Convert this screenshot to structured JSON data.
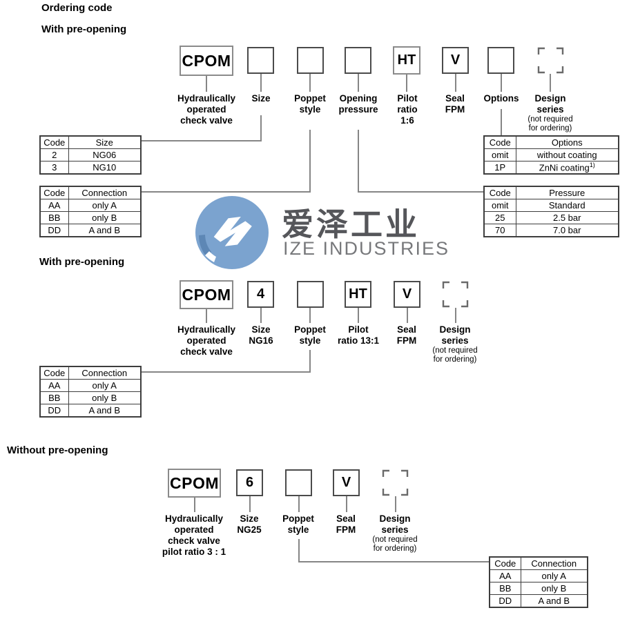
{
  "headings": {
    "title": "Ordering code",
    "section1": "With pre-opening",
    "section2": "With pre-opening",
    "section3": "Without pre-opening"
  },
  "logo": {
    "cn": "爱泽工业",
    "en": "IZE INDUSTRIES",
    "colors": {
      "circle_blue": "#7ba3cf",
      "circle_shade": "#5d87b5",
      "cn_text": "#55565a",
      "en_text": "#77787b"
    }
  },
  "section1": {
    "boxes": {
      "cpom": "CPOM",
      "size": "",
      "poppet": "",
      "opening": "",
      "pilot": "HT",
      "seal": "V",
      "options": "",
      "design": ""
    },
    "labels": {
      "cpom": [
        "Hydraulically",
        "operated",
        "check valve"
      ],
      "size": [
        "Size"
      ],
      "poppet": [
        "Poppet",
        "style"
      ],
      "opening": [
        "Opening",
        "pressure"
      ],
      "pilot": [
        "Pilot",
        "ratio",
        "1:6"
      ],
      "seal": [
        "Seal",
        "FPM"
      ],
      "options": [
        "Options"
      ],
      "design": [
        "Design",
        "series"
      ],
      "design_note": [
        "(not required",
        "for ordering)"
      ]
    }
  },
  "section2": {
    "boxes": {
      "cpom": "CPOM",
      "size": "4",
      "poppet": "",
      "pilot": "HT",
      "seal": "V",
      "design": ""
    },
    "labels": {
      "cpom": [
        "Hydraulically",
        "operated",
        "check valve"
      ],
      "size": [
        "Size",
        "NG16"
      ],
      "poppet": [
        "Poppet",
        "style"
      ],
      "pilot": [
        "Pilot",
        "ratio 13:1"
      ],
      "seal": [
        "Seal",
        "FPM"
      ],
      "design": [
        "Design",
        "series"
      ],
      "design_note": [
        "(not required",
        "for ordering)"
      ]
    }
  },
  "section3": {
    "boxes": {
      "cpom": "CPOM",
      "size": "6",
      "poppet": "",
      "seal": "V",
      "design": ""
    },
    "labels": {
      "cpom": [
        "Hydraulically",
        "operated",
        "check valve",
        "pilot ratio 3 : 1"
      ],
      "size": [
        "Size",
        "NG25"
      ],
      "poppet": [
        "Poppet",
        "style"
      ],
      "seal": [
        "Seal",
        "FPM"
      ],
      "design": [
        "Design",
        "series"
      ],
      "design_note": [
        "(not required",
        "for ordering)"
      ]
    }
  },
  "tables": {
    "size": {
      "headers": [
        "Code",
        "Size"
      ],
      "rows": [
        [
          "2",
          "NG06"
        ],
        [
          "3",
          "NG10"
        ]
      ]
    },
    "connection1": {
      "headers": [
        "Code",
        "Connection"
      ],
      "rows": [
        [
          "AA",
          "only A"
        ],
        [
          "BB",
          "only B"
        ],
        [
          "DD",
          "A and B"
        ]
      ]
    },
    "options": {
      "headers": [
        "Code",
        "Options"
      ],
      "rows": [
        [
          "omit",
          "without coating"
        ],
        [
          "1P",
          "ZnNi coating"
        ]
      ],
      "footnote_sup": "1)"
    },
    "pressure": {
      "headers": [
        "Code",
        "Pressure"
      ],
      "rows": [
        [
          "omit",
          "Standard"
        ],
        [
          "25",
          "2.5 bar"
        ],
        [
          "70",
          "7.0 bar"
        ]
      ]
    },
    "connection2": {
      "headers": [
        "Code",
        "Connection"
      ],
      "rows": [
        [
          "AA",
          "only A"
        ],
        [
          "BB",
          "only B"
        ],
        [
          "DD",
          "A and B"
        ]
      ]
    },
    "connection3": {
      "headers": [
        "Code",
        "Connection"
      ],
      "rows": [
        [
          "AA",
          "only A"
        ],
        [
          "BB",
          "only B"
        ],
        [
          "DD",
          "A and B"
        ]
      ]
    }
  }
}
